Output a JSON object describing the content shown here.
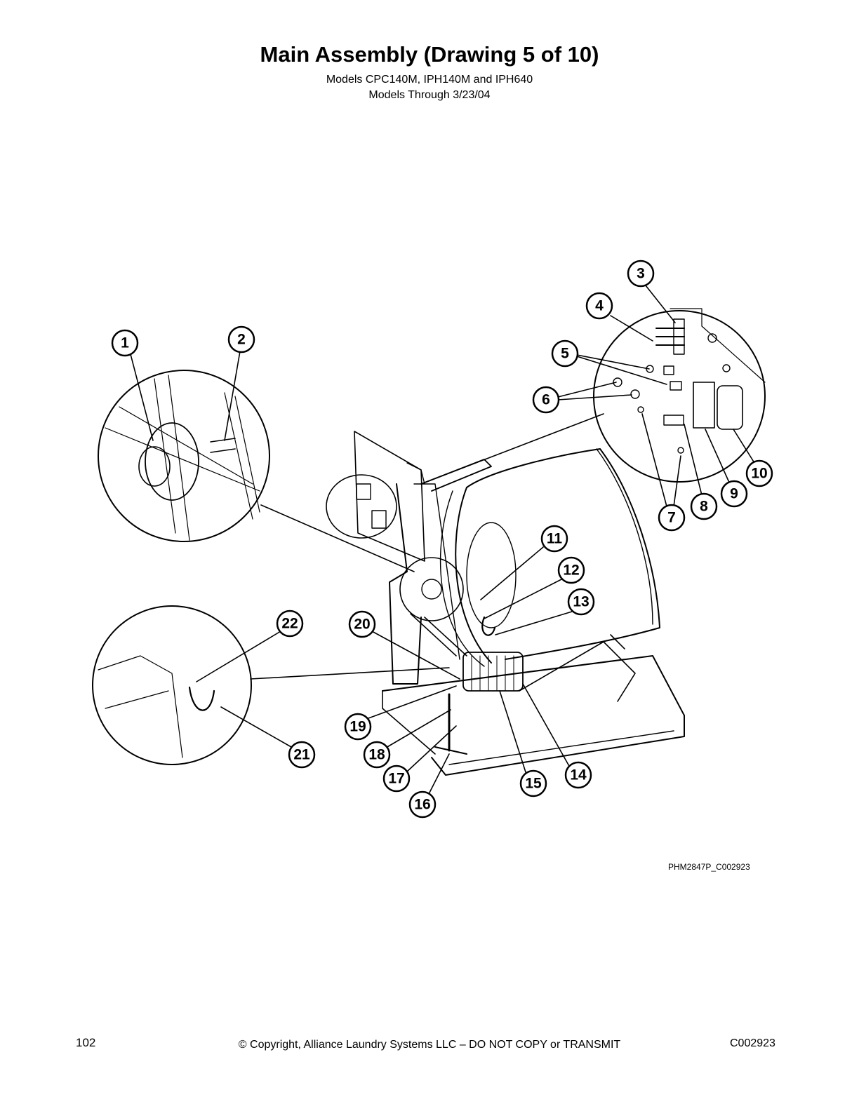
{
  "page": {
    "title": "Main Assembly (Drawing 5 of 10)",
    "subtitle_line1": "Models CPC140M, IPH140M and IPH640",
    "subtitle_line2": "Models Through 3/23/04",
    "drawing_id": "PHM2847P_C002923",
    "page_number": "102",
    "copyright": "© Copyright, Alliance Laundry Systems LLC – DO NOT COPY or TRANSMIT",
    "doc_code": "C002923"
  },
  "callouts": [
    "1",
    "2",
    "3",
    "4",
    "5",
    "6",
    "7",
    "8",
    "9",
    "10",
    "11",
    "12",
    "13",
    "14",
    "15",
    "16",
    "17",
    "18",
    "19",
    "20",
    "21",
    "22"
  ]
}
